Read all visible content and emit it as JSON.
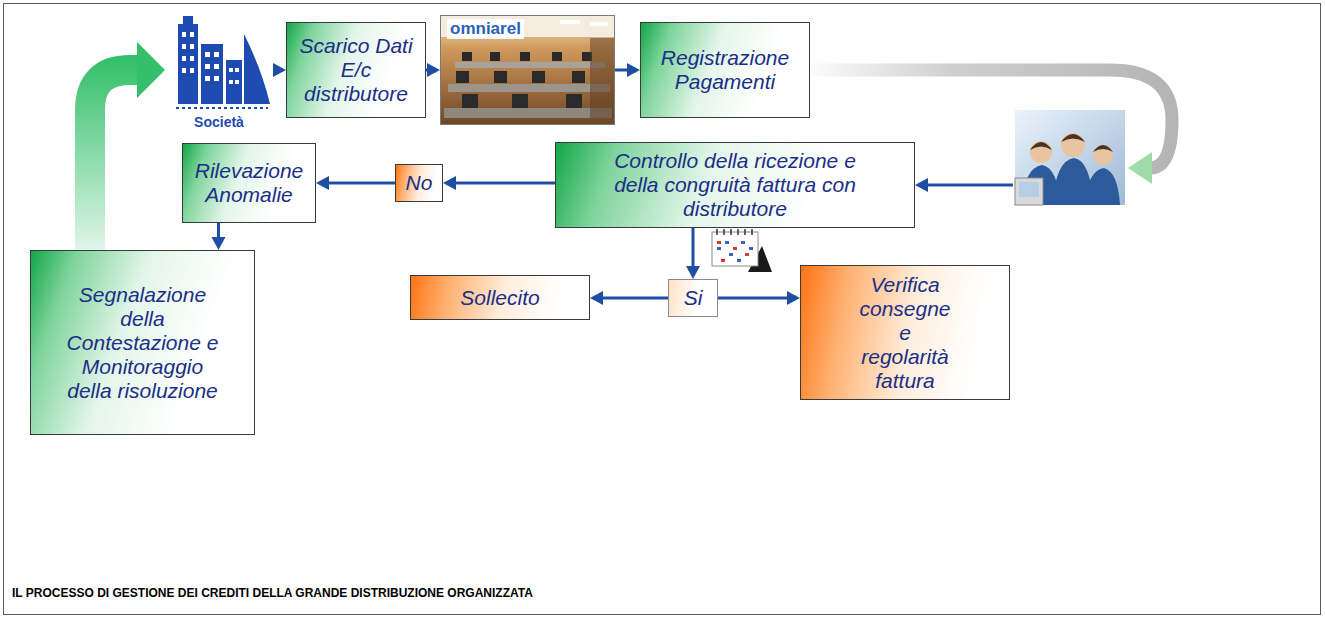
{
  "diagram": {
    "caption": "IL PROCESSO DI GESTIONE DEI CREDITI DELLA GRANDE DISTRIBUZIONE ORGANIZZATA",
    "nodes": [
      {
        "text": [
          "Società"
        ]
      },
      {
        "text": [
          "Scarico Dati E/c distributore"
        ]
      },
      {
        "text": [
          "omniarel"
        ]
      },
      {
        "text": [
          "Registrazione Pagamenti"
        ]
      },
      {
        "text": [
          "Rilevazione Anomalie"
        ]
      },
      {
        "text": [
          "No"
        ]
      },
      {
        "text": [
          "Controllo della ricezione e della congruità fattura con distributore"
        ]
      },
      {
        "text": [
          "Segnalazione della Contestazione e Monitoraggio della risoluzione"
        ]
      },
      {
        "text": [
          "Sollecito"
        ]
      },
      {
        "text": [
          "Si"
        ]
      },
      {
        "text": [
          "Verifica consegne e regolarità fattura"
        ]
      }
    ],
    "edges": [
      {
        "from": 0,
        "to": 1,
        "arrow": "to"
      },
      {
        "from": 1,
        "to": 2,
        "arrow": "to"
      },
      {
        "from": 2,
        "to": 3,
        "arrow": "to"
      },
      {
        "from": 3,
        "to": 6,
        "arrow": "to"
      },
      {
        "from": 6,
        "to": 5,
        "arrow": "to"
      },
      {
        "from": 5,
        "to": 4,
        "arrow": "to"
      },
      {
        "from": 4,
        "to": 7,
        "arrow": "to"
      },
      {
        "from": 6,
        "to": 9,
        "arrow": "to"
      },
      {
        "from": 9,
        "to": 8,
        "arrow": "to"
      },
      {
        "from": 9,
        "to": 10,
        "arrow": "to"
      },
      {
        "from": 7,
        "to": 0,
        "arrow": "to"
      }
    ]
  }
}
